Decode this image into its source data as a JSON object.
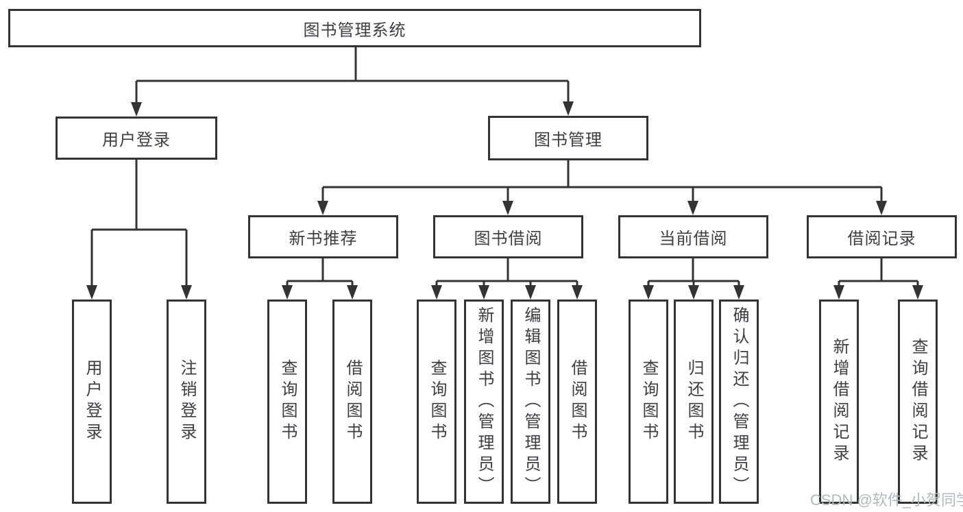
{
  "colors": {
    "line": "#333333",
    "text": "#3e3e42",
    "watermark": "#b4b8bc",
    "background": "#ffffff"
  },
  "diagram": {
    "root": {
      "label": "图书管理系统"
    },
    "branches": [
      {
        "label": "用户登录",
        "children": [
          {
            "label": "用户登录"
          },
          {
            "label": "注销登录"
          }
        ]
      },
      {
        "label": "图书管理",
        "children": [
          {
            "label": "新书推荐",
            "children": [
              {
                "label": "查询图书"
              },
              {
                "label": "借阅图书"
              }
            ]
          },
          {
            "label": "图书借阅",
            "children": [
              {
                "label": "查询图书"
              },
              {
                "label": "新增图书（管理员）"
              },
              {
                "label": "编辑图书（管理员）"
              },
              {
                "label": "借阅图书"
              }
            ]
          },
          {
            "label": "当前借阅",
            "children": [
              {
                "label": "查询图书"
              },
              {
                "label": "归还图书"
              },
              {
                "label": "确认归还（管理员）"
              }
            ]
          },
          {
            "label": "借阅记录",
            "children": [
              {
                "label": "新增借阅记录"
              },
              {
                "label": "查询借阅记录"
              }
            ]
          }
        ]
      }
    ]
  },
  "watermark": {
    "text": "CSDN @软件_小贺同学"
  }
}
